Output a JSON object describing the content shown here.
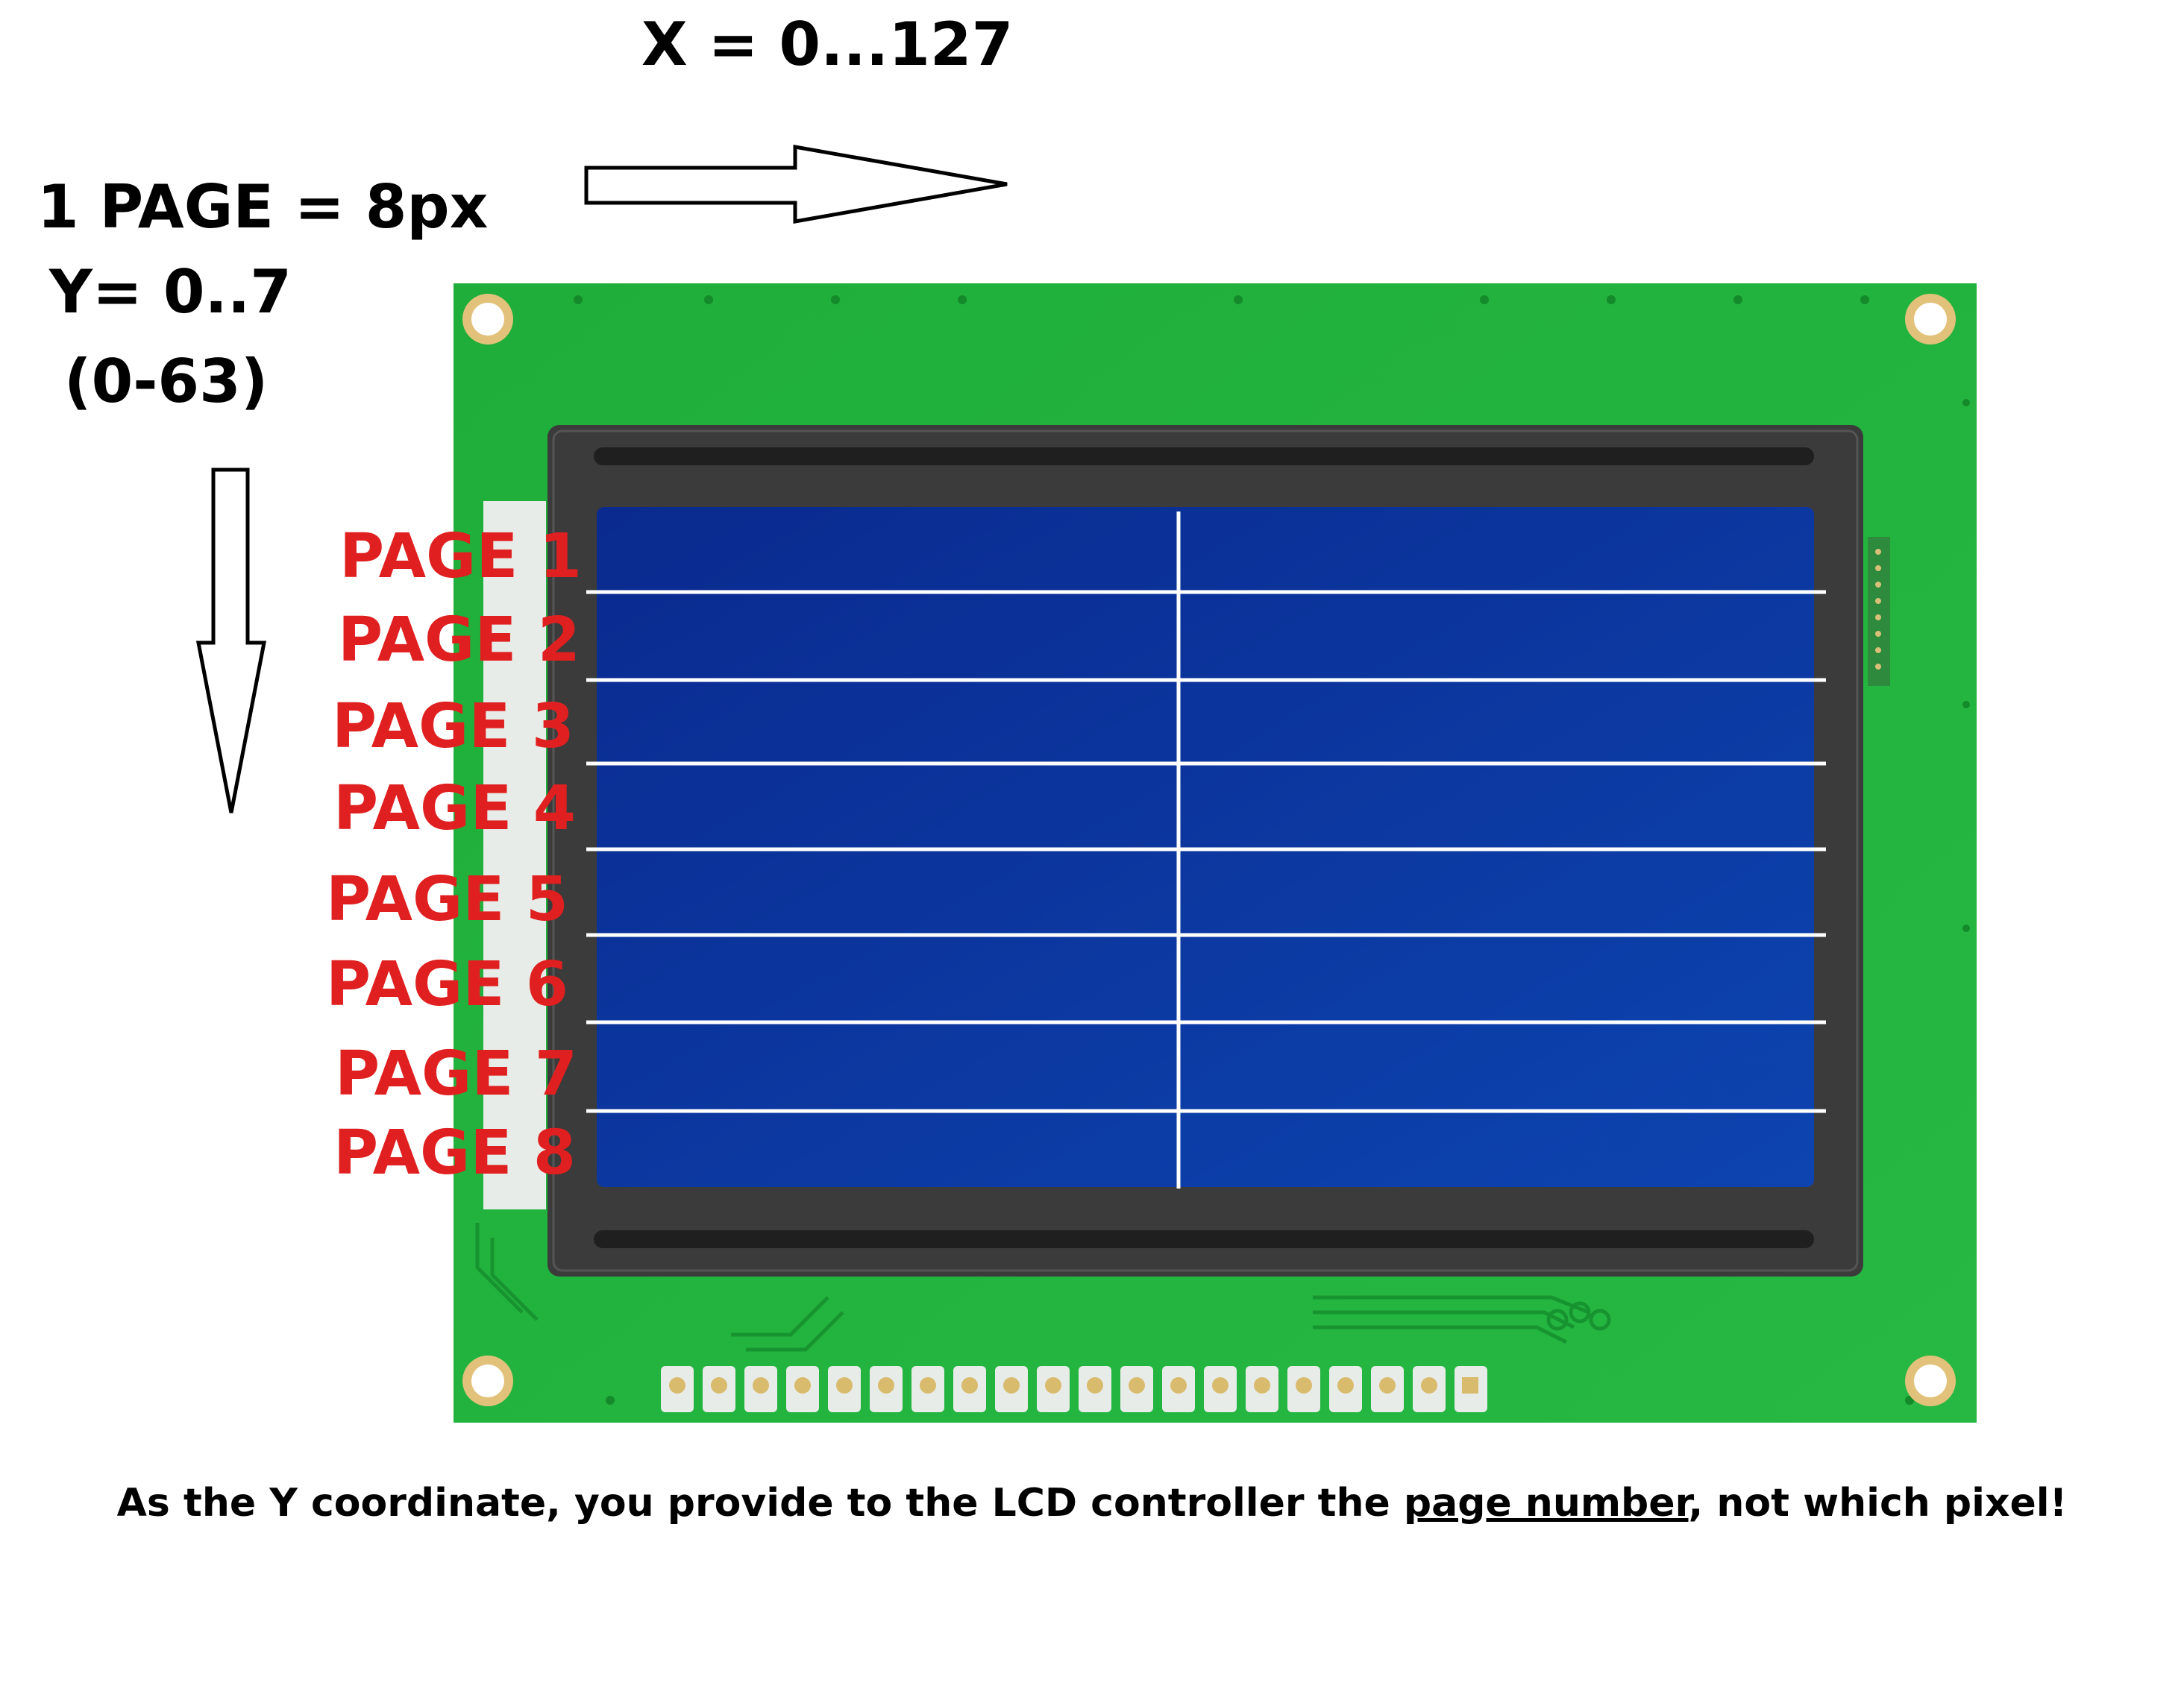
{
  "labels": {
    "x_range": "X = 0...127",
    "page_size": "1 PAGE = 8px",
    "y_range": "Y= 0..7",
    "y_pixels": "(0-63)"
  },
  "pages": [
    "PAGE 1",
    "PAGE 2",
    "PAGE 3",
    "PAGE 4",
    "PAGE 5",
    "PAGE 6",
    "PAGE 7",
    "PAGE 8"
  ],
  "caption": {
    "before": "As the Y coordinate, you provide to the LCD controller the ",
    "underlined": "page number",
    "after": ", not which pixel!"
  },
  "colors": {
    "pcb_green": "#22b33a",
    "lcd_blue": "#0a2f9c",
    "bezel": "#3a3a3a",
    "page_label": "#e02020"
  }
}
